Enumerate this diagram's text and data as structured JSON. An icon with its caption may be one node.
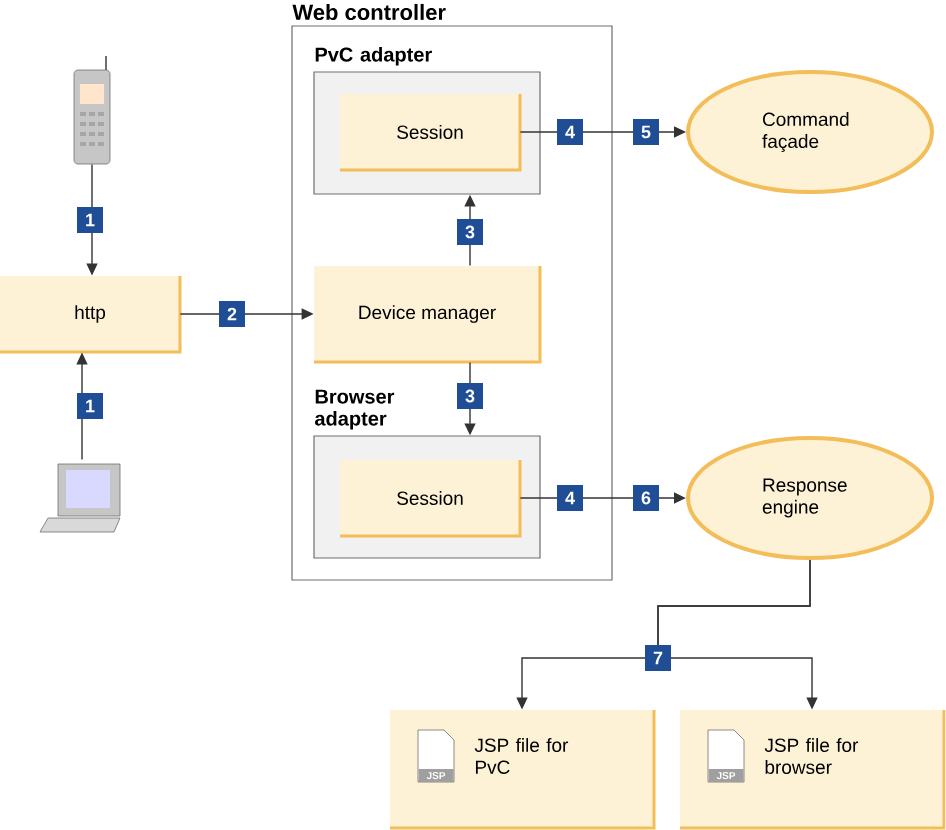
{
  "diagram": {
    "nodes": [
      {
        "text": [],
        "shape": "picture"
      },
      {
        "text": [
          "http"
        ]
      },
      {
        "text": [],
        "shape": "picture"
      },
      {
        "text": [
          "Web controller"
        ]
      },
      {
        "text": [
          "PvC adapter"
        ],
        "in": 3
      },
      {
        "text": [
          "Session"
        ],
        "in": 4
      },
      {
        "text": [
          "Device manager"
        ],
        "in": 3
      },
      {
        "text": [
          "Browser adapter"
        ],
        "in": 3
      },
      {
        "text": [
          "Session"
        ],
        "in": 7
      },
      {
        "text": [
          "Command façade"
        ]
      },
      {
        "text": [
          "Response engine"
        ]
      },
      {
        "text": [
          "JSP",
          "JSP file for PvC"
        ]
      },
      {
        "text": [
          "JSP",
          "JSP file for browser"
        ]
      }
    ],
    "edges": [
      {
        "from": 0,
        "to": 1,
        "arrow": "to",
        "label": "1"
      },
      {
        "from": 2,
        "to": 1,
        "arrow": "to",
        "label": "1"
      },
      {
        "from": 1,
        "to": 6,
        "arrow": "to",
        "label": "2"
      },
      {
        "from": 6,
        "to": 4,
        "arrow": "to",
        "label": "3"
      },
      {
        "from": 6,
        "to": 7,
        "arrow": "to",
        "label": "3"
      },
      {
        "from": 5,
        "to": 9,
        "arrow": "to",
        "label": "5"
      },
      {
        "from": 8,
        "to": 10,
        "arrow": "to",
        "label": "6"
      },
      {
        "from": 10,
        "to": 11,
        "arrow": "to",
        "label": "7"
      },
      {
        "from": 10,
        "to": 12,
        "arrow": "to"
      }
    ],
    "labels": [
      "4",
      "4"
    ]
  }
}
